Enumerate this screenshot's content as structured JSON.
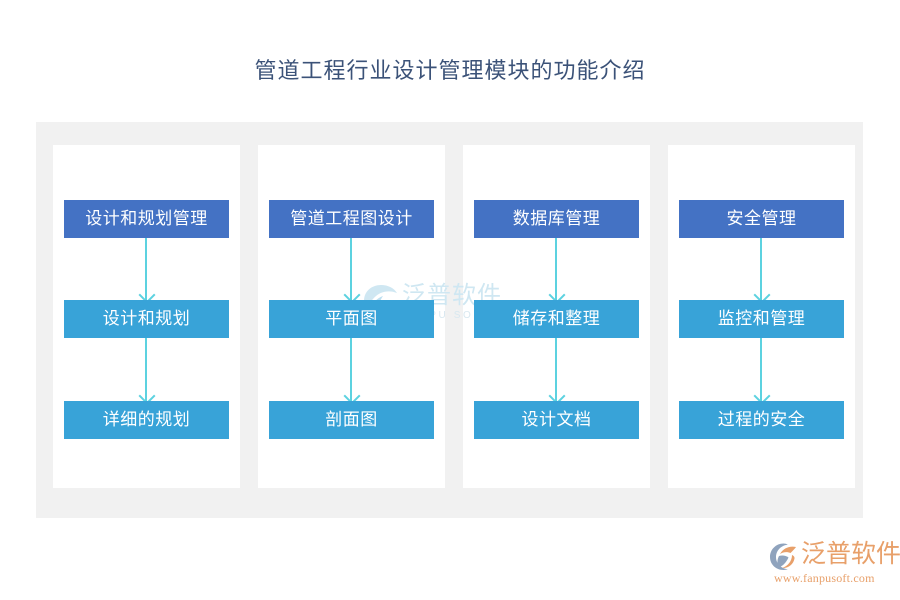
{
  "page": {
    "title": "管道工程行业设计管理模块的功能介绍",
    "title_color": "#3b5278",
    "background": "#ffffff",
    "panel_color": "#f1f1f1",
    "card_color": "#ffffff"
  },
  "theme": {
    "header_box_color": "#4472c4",
    "step_box_color": "#38a3d8",
    "arrow_color": "#5cd2e0",
    "logo_color": "#e8a06a",
    "watermark_color": "#cfe7f2"
  },
  "columns": [
    {
      "header": "设计和规划管理",
      "steps": [
        "设计和规划",
        "详细的规划"
      ]
    },
    {
      "header": "管道工程图设计",
      "steps": [
        "平面图",
        "剖面图"
      ]
    },
    {
      "header": "数据库管理",
      "steps": [
        "储存和整理",
        "设计文档"
      ]
    },
    {
      "header": "安全管理",
      "steps": [
        "监控和管理",
        "过程的安全"
      ]
    }
  ],
  "watermark": {
    "text": "泛普软件",
    "subtext": "FANPU SOFTWARE",
    "icon": "fanpu-swoosh-icon"
  },
  "logo": {
    "text": "泛普软件",
    "url": "www.fanpusoft.com",
    "icon": "fanpu-circle-logo-icon"
  }
}
